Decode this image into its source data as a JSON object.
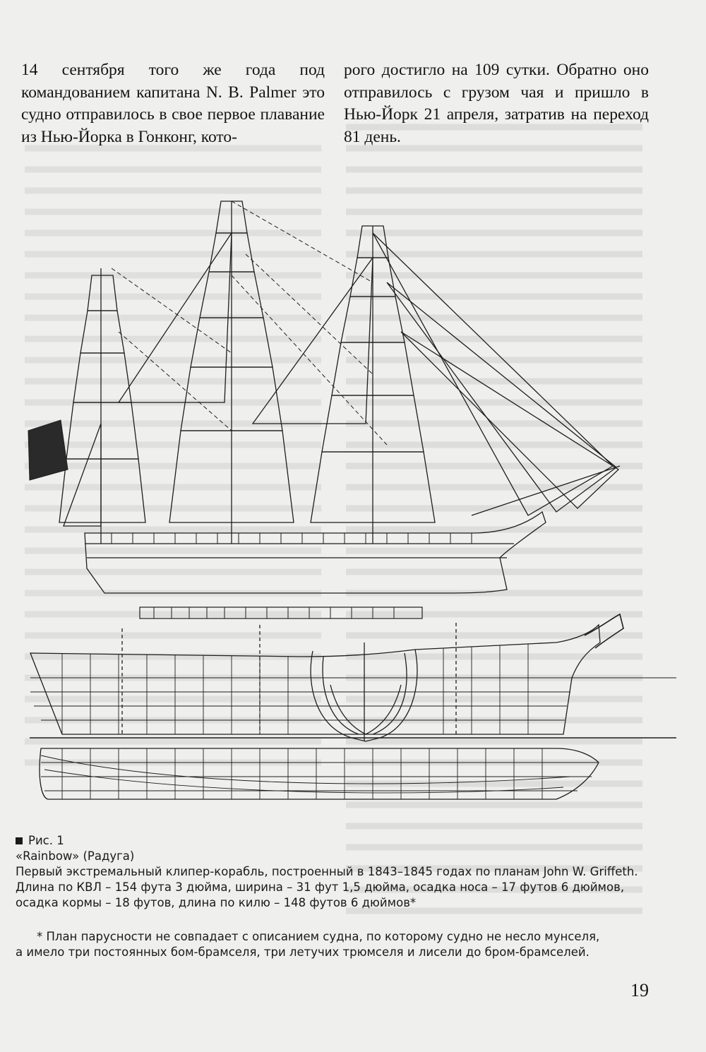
{
  "body_text": {
    "left_column": "14 сентября того же года под командованием капитана N. B. Palmer это судно отправилось в свое первое плавание из Нью-Йорка в Гонконг, кото-",
    "right_column": "рого достигло на 109 сутки. Обратно оно отправилось с грузом чая и пришло в Нью-Йорк 21 апреля, затратив на переход 81 день."
  },
  "figure": {
    "label": "Рис. 1",
    "ship_name": "«Rainbow» (Радуга)",
    "description_lines": [
      "Первый экстремальный клипер-корабль, построенный в 1843–1845 годах по планам John W. Griffeth.",
      "Длина по КВЛ – 154 фута 3 дюйма, ширина – 31 фут 1,5 дюйма, осадка носа – 17 футов 6 дюймов,",
      "осадка кормы – 18 футов, длина по килю – 148 футов 6 дюймов*"
    ],
    "footnote_lines": [
      "* План парусности не совпадает с описанием судна, по которому судно не несло мунселя,",
      "а имело три постоянных бом-брамселя, три летучих трюмселя и лисели до бром-брамселей."
    ]
  },
  "page_number": "19",
  "colors": {
    "ink": "#141414",
    "paper": "#efefed"
  }
}
